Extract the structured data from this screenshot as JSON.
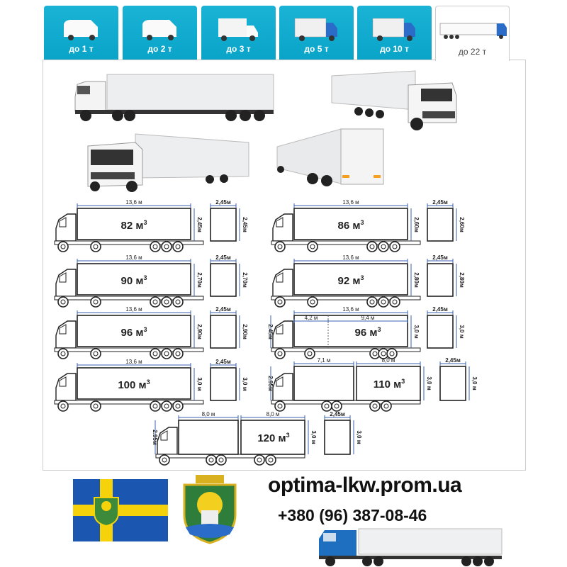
{
  "tabs": [
    {
      "label": "до 1 т",
      "kind": "van",
      "active": false
    },
    {
      "label": "до 2 т",
      "kind": "van",
      "active": false
    },
    {
      "label": "до 3 т",
      "kind": "box",
      "active": false
    },
    {
      "label": "до 5 т",
      "kind": "truck",
      "active": false
    },
    {
      "label": "до 10 т",
      "kind": "truck",
      "active": false
    },
    {
      "label": "до 22 т",
      "kind": "semi",
      "active": true
    }
  ],
  "diagrams": [
    {
      "length": "13,6 м",
      "height": "2,45м",
      "width": "2,45м",
      "depth": "2,45м",
      "volume": "82 м",
      "type": "semi"
    },
    {
      "length": "13,6 м",
      "height": "2,60м",
      "width": "2,45м",
      "depth": "2,60м",
      "volume": "86 м",
      "type": "semi"
    },
    {
      "length": "13,6 м",
      "height": "2,70м",
      "width": "2,45м",
      "depth": "2,70м",
      "volume": "90 м",
      "type": "semi"
    },
    {
      "length": "13,6 м",
      "height": "2,80м",
      "width": "2,45м",
      "depth": "2,80м",
      "volume": "92 м",
      "type": "semi"
    },
    {
      "length": "13,6 м",
      "height": "2,90м",
      "width": "2,45м",
      "depth": "2,90м",
      "volume": "96 м",
      "type": "semi"
    },
    {
      "length": "13,6 м",
      "height": "3,0 м",
      "width": "2,45м",
      "depth": "3,0 м",
      "volume": "96 м",
      "type": "mega",
      "seg1": "4,2 м",
      "seg2": "9,4 м",
      "front": "2,45м"
    },
    {
      "length": "13,6 м",
      "height": "3,0 м",
      "width": "2,45м",
      "depth": "3,0 м",
      "volume": "100 м",
      "type": "semi"
    },
    {
      "length": "",
      "height": "3,0 м",
      "width": "2,45м",
      "depth": "3,0 м",
      "volume": "110 м",
      "type": "tandem",
      "seg1": "7,1 м",
      "seg2": "8,0 м",
      "front": "2,95м"
    },
    {
      "length": "",
      "height": "3,0 м",
      "width": "2,45м",
      "depth": "3,0 м",
      "volume": "120 м",
      "type": "tandem",
      "seg1": "8,0 м",
      "seg2": "8,0 м",
      "front": "2,95м"
    }
  ],
  "volume_unit_sup": "3",
  "site": "optima-lkw.prom.ua",
  "phone": "+380 (96) 387-08-46",
  "colors": {
    "tab": "#0aa4c9",
    "flag_blue": "#1b57b0",
    "flag_yellow": "#f6d20a",
    "dim": "#3a62b0"
  }
}
